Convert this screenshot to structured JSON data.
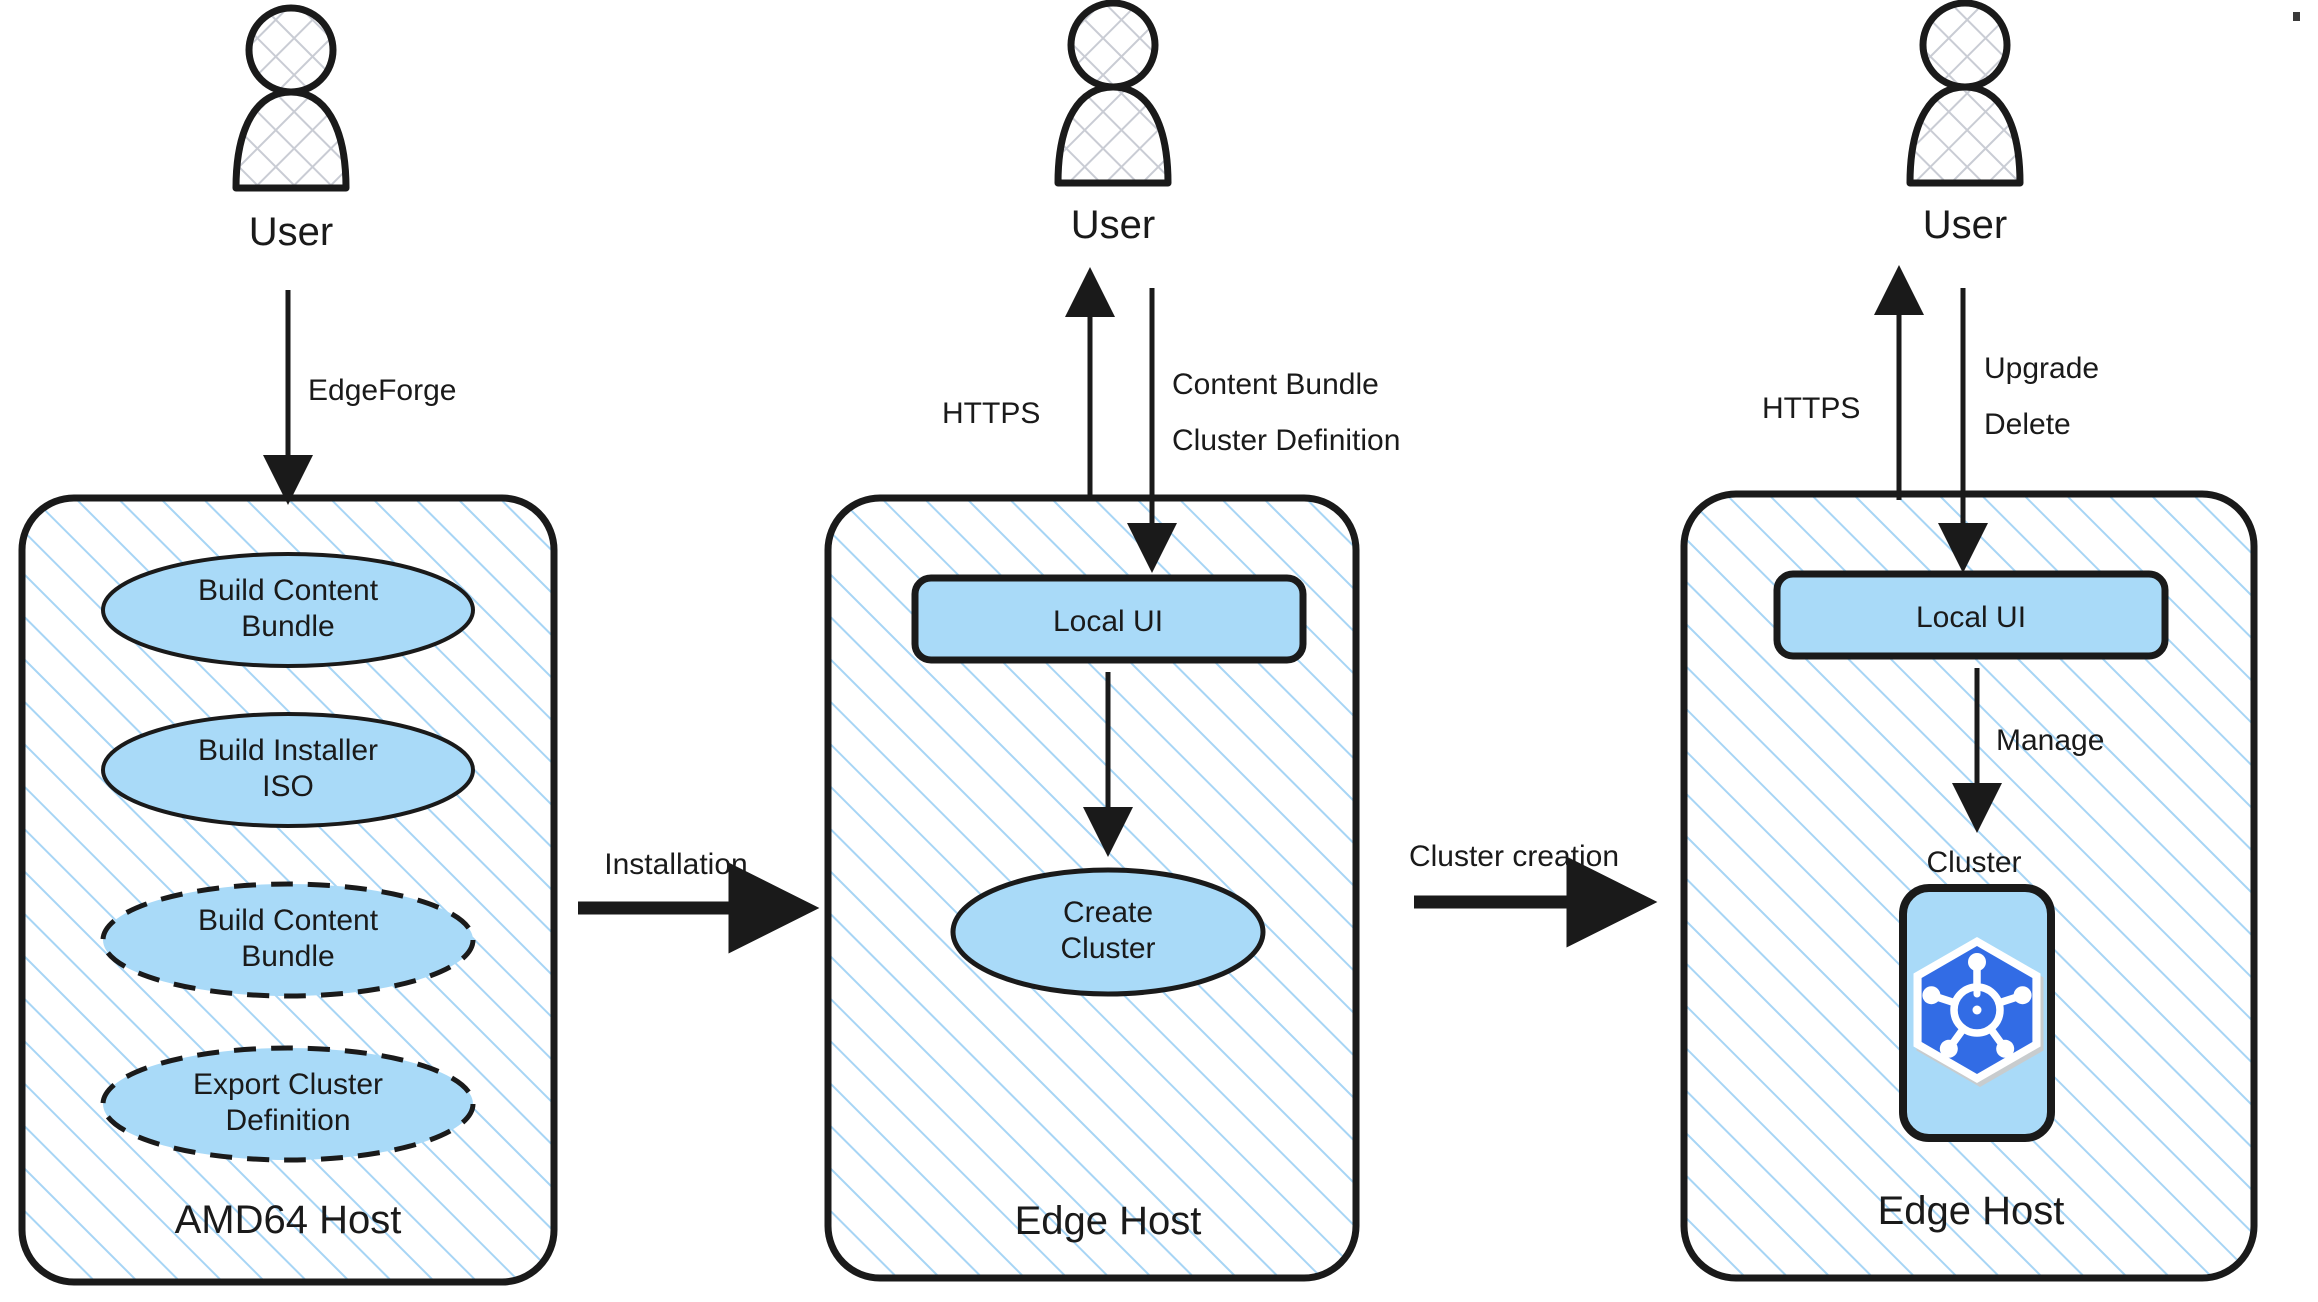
{
  "diagram": {
    "title": "EdgeForge to Edge Host cluster workflow",
    "colors": {
      "node_fill": "#a9daf8",
      "node_stroke": "#1a1a1a",
      "container_stroke": "#1a1a1a",
      "hatch_blue": "#a7d5f5",
      "actor_hatch_gray": "#c9ccd4",
      "kubernetes_blue": "#326ce5",
      "background": "#ffffff"
    }
  },
  "actors": [
    {
      "label": "User",
      "name": "actor-user-left"
    },
    {
      "label": "User",
      "name": "actor-user-middle"
    },
    {
      "label": "User",
      "name": "actor-user-right"
    }
  ],
  "containers": [
    {
      "name": "amd64-host",
      "label": "AMD64 Host",
      "nodes": [
        {
          "label": "Build Content\nBundle",
          "shape": "ellipse",
          "stroke": "solid"
        },
        {
          "label": "Build Installer\nISO",
          "shape": "ellipse",
          "stroke": "solid"
        },
        {
          "label": "Build Content\nBundle",
          "shape": "ellipse",
          "stroke": "dashed"
        },
        {
          "label": "Export Cluster\nDefinition",
          "shape": "ellipse",
          "stroke": "dashed"
        }
      ]
    },
    {
      "name": "edge-host-middle",
      "label": "Edge Host",
      "nodes": [
        {
          "label": "Local UI",
          "shape": "rounded-rect",
          "stroke": "solid"
        },
        {
          "label": "Create\nCluster",
          "shape": "ellipse",
          "stroke": "solid"
        }
      ]
    },
    {
      "name": "edge-host-right",
      "label": "Edge Host",
      "nodes": [
        {
          "label": "Local UI",
          "shape": "rounded-rect",
          "stroke": "solid"
        },
        {
          "label": "Cluster",
          "shape": "icon-card",
          "stroke": "solid",
          "icon": "kubernetes-icon"
        }
      ]
    }
  ],
  "edge_labels": {
    "edgeforge": "EdgeForge",
    "installation": "Installation",
    "cluster_creation": "Cluster creation",
    "https_middle": "HTTPS",
    "content_bundle": "Content Bundle",
    "cluster_definition": "Cluster Definition",
    "https_right": "HTTPS",
    "upgrade": "Upgrade",
    "delete": "Delete",
    "manage": "Manage",
    "cluster_caption": "Cluster"
  },
  "node_labels": {
    "build_content_bundle_1_line1": "Build Content",
    "build_content_bundle_1_line2": "Bundle",
    "build_installer_iso_line1": "Build Installer",
    "build_installer_iso_line2": "ISO",
    "build_content_bundle_2_line1": "Build Content",
    "build_content_bundle_2_line2": "Bundle",
    "export_cluster_definition_line1": "Export Cluster",
    "export_cluster_definition_line2": "Definition",
    "local_ui_middle": "Local UI",
    "create_cluster_line1": "Create",
    "create_cluster_line2": "Cluster",
    "local_ui_right": "Local UI"
  },
  "container_labels": {
    "amd64_host": "AMD64 Host",
    "edge_host_middle": "Edge Host",
    "edge_host_right": "Edge Host"
  },
  "actor_labels": {
    "user_left": "User",
    "user_middle": "User",
    "user_right": "User"
  }
}
